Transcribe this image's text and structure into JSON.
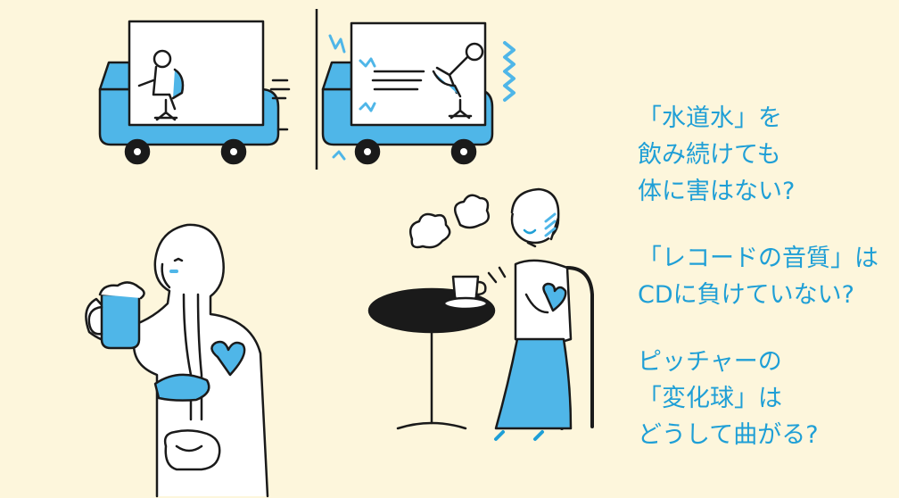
{
  "colors": {
    "background": "#fdf6dc",
    "accent_blue": "#4fb6e8",
    "text_blue": "#1f9fd6",
    "ink": "#1a1a1a"
  },
  "illustrations": [
    "moving-truck-icon",
    "stopped-truck-icon",
    "drinking-person-icon",
    "cafe-woman-icon"
  ],
  "questions": [
    {
      "lines": [
        "「水道水」を",
        "飲み続けても",
        "体に害はない?"
      ]
    },
    {
      "lines": [
        "「レコードの音質」は",
        "CDに負けていない?"
      ]
    },
    {
      "lines": [
        "ピッチャーの",
        "「変化球」は",
        "どうして曲がる?"
      ]
    }
  ]
}
